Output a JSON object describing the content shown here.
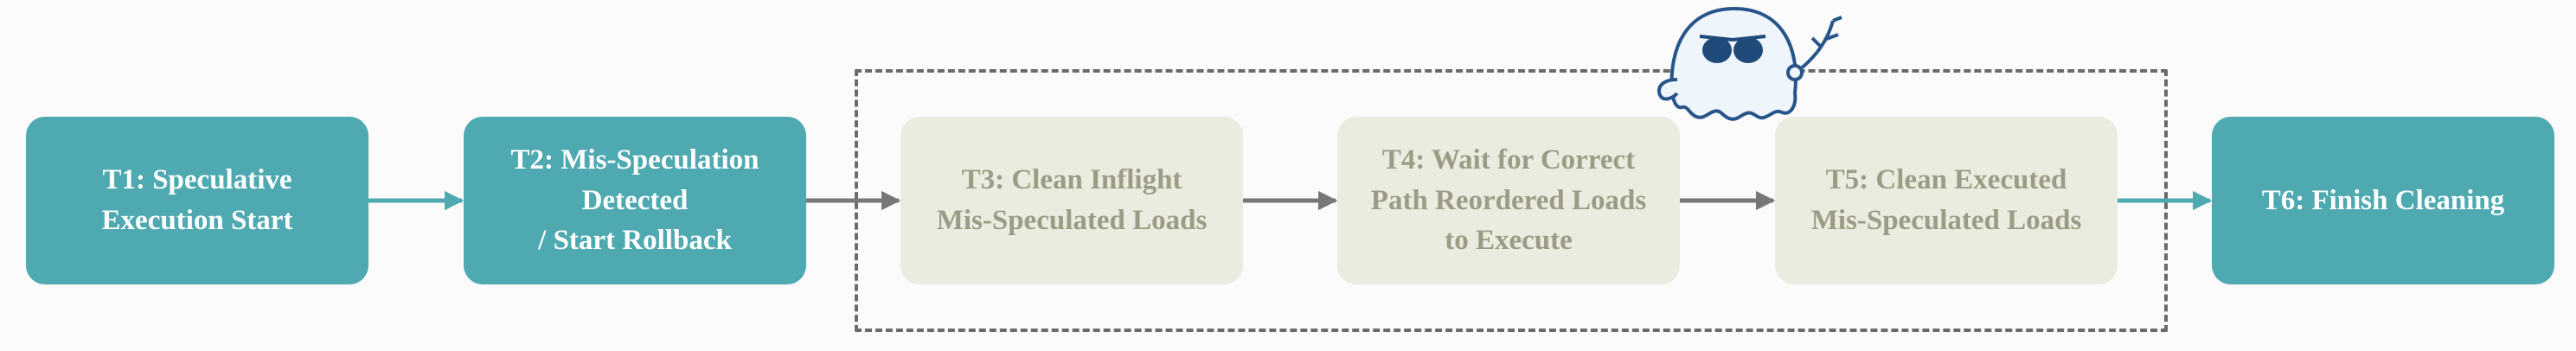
{
  "nodes": [
    {
      "id": "t1",
      "label": "T1: Speculative\nExecution Start",
      "style": "teal"
    },
    {
      "id": "t2",
      "label": "T2: Mis-Speculation\nDetected\n/ Start Rollback",
      "style": "teal"
    },
    {
      "id": "t3",
      "label": "T3: Clean Inflight\nMis-Speculated Loads",
      "style": "pale"
    },
    {
      "id": "t4",
      "label": "T4: Wait for Correct\nPath Reordered Loads\nto Execute",
      "style": "pale"
    },
    {
      "id": "t5",
      "label": "T5: Clean Executed\nMis-Speculated Loads",
      "style": "pale"
    },
    {
      "id": "t6",
      "label": "T6: Finish Cleaning",
      "style": "teal"
    }
  ],
  "edges": [
    {
      "from": "t1",
      "to": "t2"
    },
    {
      "from": "t2",
      "to": "t3"
    },
    {
      "from": "t3",
      "to": "t4"
    },
    {
      "from": "t4",
      "to": "t5"
    },
    {
      "from": "t5",
      "to": "t6"
    }
  ],
  "colors": {
    "teal": "#4ea9b0",
    "pale_box": "#e9ecde",
    "pale_text": "#9c9c86",
    "arrow_teal": "#4ea9b0",
    "arrow_gray": "#777777",
    "dashed_border": "#6a6a6a"
  },
  "icons": {
    "ghost": "spectre-ghost-icon"
  }
}
